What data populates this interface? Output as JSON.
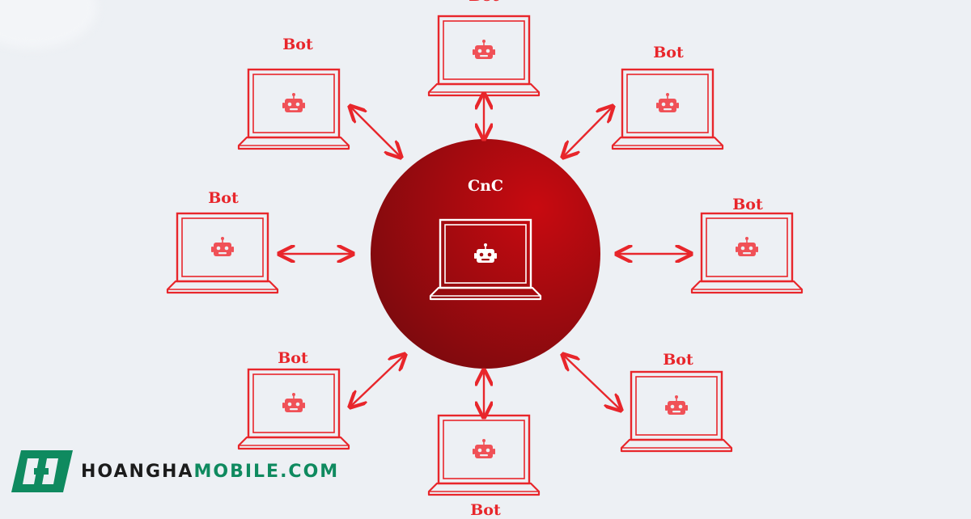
{
  "colors": {
    "accent": "#e8262b",
    "robot": "#f05157",
    "hub_dark": "#7a0a0e",
    "hub_light": "#c80a10",
    "background": "#edf0f4",
    "brand_green": "#0f8a5f",
    "brand_dark": "#1c1c1c"
  },
  "hub": {
    "label": "CnC",
    "icon": "robot-icon"
  },
  "bots": [
    {
      "label": "Bot",
      "icon": "robot-icon"
    },
    {
      "label": "Bot",
      "icon": "robot-icon"
    },
    {
      "label": "Bot",
      "icon": "robot-icon"
    },
    {
      "label": "Bot",
      "icon": "robot-icon"
    },
    {
      "label": "Bot",
      "icon": "robot-icon"
    },
    {
      "label": "Bot",
      "icon": "robot-icon"
    },
    {
      "label": "Bot",
      "icon": "robot-icon"
    },
    {
      "label": "Bot",
      "icon": "robot-icon"
    }
  ],
  "branding": {
    "text_dark": "HOANGHA",
    "text_green": "MOBILE.COM",
    "icon": "hh-logo-icon"
  }
}
